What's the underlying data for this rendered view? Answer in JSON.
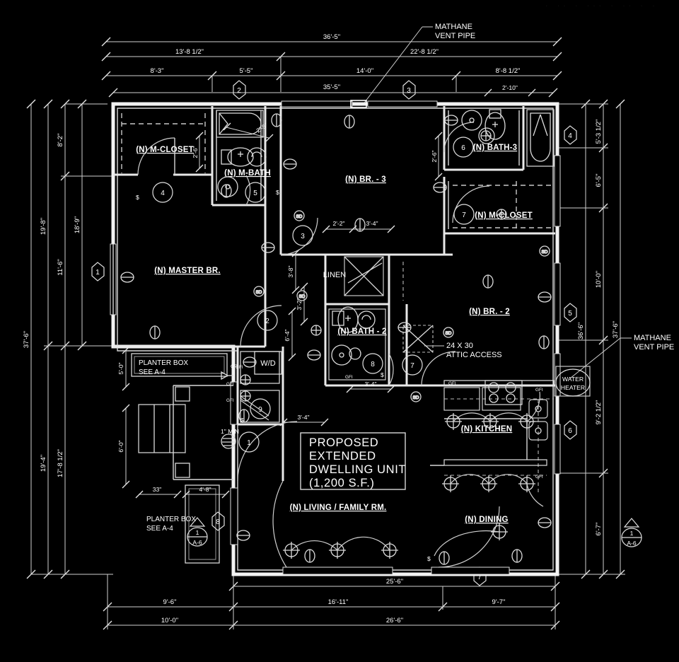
{
  "sheet": {
    "title_block": {
      "line1": "PROPOSED",
      "line2": "EXTENDED",
      "line3": "DWELLING UNIT",
      "line4": "(1,200 S.F.)"
    },
    "artifact_text": "· ·· · ··· · ·· · ·"
  },
  "rooms": [
    {
      "id": "master-br",
      "label": "(N) MASTER BR."
    },
    {
      "id": "m-closet-1",
      "label": "(N) M-CLOSET"
    },
    {
      "id": "m-bath",
      "label": "(N) M-BATH"
    },
    {
      "id": "br-3",
      "label": "(N) BR. - 3"
    },
    {
      "id": "bath-3",
      "label": "(N) BATH-3"
    },
    {
      "id": "m-closet-2",
      "label": "(N) M-CLOSET"
    },
    {
      "id": "br-2",
      "label": "(N) BR. - 2"
    },
    {
      "id": "bath-2",
      "label": "(N) BATH - 2"
    },
    {
      "id": "linen",
      "label": "LINEN"
    },
    {
      "id": "kitchen",
      "label": "(N) KITCHEN"
    },
    {
      "id": "dining",
      "label": "(N) DINING"
    },
    {
      "id": "living",
      "label": "(N) LIVING / FAMILY RM."
    }
  ],
  "notes": [
    {
      "id": "methane-top",
      "line1": "MATHANE",
      "line2": "VENT PIPE"
    },
    {
      "id": "methane-right",
      "line1": "MATHANE",
      "line2": "VENT PIPE"
    },
    {
      "id": "attic-access",
      "line1": "24 X 30",
      "line2": "ATTIC ACCESS"
    },
    {
      "id": "planter-upper",
      "line1": "PLANTER BOX",
      "line2": "SEE A-4"
    },
    {
      "id": "planter-lower",
      "line1": "PLANTER BOX",
      "line2": "SEE A-4"
    },
    {
      "id": "water-heater",
      "line1": "WATER",
      "line2": "HEATER"
    },
    {
      "id": "washer-dryer",
      "line1": "W/D",
      "line2": ""
    },
    {
      "id": "min-clearance",
      "line1": "1\" MIN",
      "line2": ""
    }
  ],
  "dimensions": {
    "top": [
      {
        "text": "36'-5\"",
        "row": 1
      },
      {
        "text": "13'-8 1/2\"",
        "row": 2
      },
      {
        "text": "22'-8 1/2\"",
        "row": 2
      },
      {
        "text": "8'-3\"",
        "row": 3
      },
      {
        "text": "5'-5\"",
        "row": 3
      },
      {
        "text": "14'-0\"",
        "row": 3
      },
      {
        "text": "8'-8 1/2\"",
        "row": 3
      },
      {
        "text": "35'-5\"",
        "row": 4
      },
      {
        "text": "2'-10\"",
        "row": 5
      }
    ],
    "left": [
      {
        "text": "37'-6\""
      },
      {
        "text": "19'-8\""
      },
      {
        "text": "19'-4\""
      },
      {
        "text": "8'-2\""
      },
      {
        "text": "11'-6\""
      },
      {
        "text": "17'-8 1/2\""
      },
      {
        "text": "18'-9\""
      },
      {
        "text": "5'-0\""
      },
      {
        "text": "6'-0\""
      }
    ],
    "right": [
      {
        "text": "5'-3 1/2\""
      },
      {
        "text": "6'-5\""
      },
      {
        "text": "10'-0\""
      },
      {
        "text": "9'-2 1/2\""
      },
      {
        "text": "6'-7\""
      },
      {
        "text": "36'-6\""
      },
      {
        "text": "37'-6\""
      }
    ],
    "bottom": [
      {
        "text": "25'-6\""
      },
      {
        "text": "9'-6\""
      },
      {
        "text": "16'-11\""
      },
      {
        "text": "9'-7\""
      },
      {
        "text": "10'-0\""
      },
      {
        "text": "26'-6\""
      }
    ],
    "interior": [
      {
        "id": "mbath-26",
        "text": "2'-6\""
      },
      {
        "id": "mcloset-26",
        "text": "2'-6\""
      },
      {
        "id": "bath3-26",
        "text": "2'-6\""
      },
      {
        "id": "linen-22",
        "text": "2'-2\""
      },
      {
        "id": "linen-34",
        "text": "3'-4\""
      },
      {
        "id": "hall-38",
        "text": "3'-8\""
      },
      {
        "id": "hall-32",
        "text": "3'-2\""
      },
      {
        "id": "hall-64",
        "text": "6'-4\""
      },
      {
        "id": "bath2-34",
        "text": "3'-4\""
      },
      {
        "id": "laundry-34",
        "text": "3'-4\""
      },
      {
        "id": "stair-33",
        "text": "33\""
      },
      {
        "id": "planter-48",
        "text": "4'-8\""
      }
    ]
  },
  "markers": {
    "hexagons": [
      {
        "id": "hex-1-left",
        "text": "1"
      },
      {
        "id": "hex-2-top",
        "text": "2"
      },
      {
        "id": "hex-3-top",
        "text": "3"
      },
      {
        "id": "hex-4-right",
        "text": "4"
      },
      {
        "id": "hex-5-right",
        "text": "5"
      },
      {
        "id": "hex-6-right",
        "text": "6"
      },
      {
        "id": "hex-7-bottom",
        "text": "7"
      },
      {
        "id": "hex-8-lower",
        "text": "8"
      }
    ],
    "doors": [
      {
        "id": "door-1",
        "text": "1"
      },
      {
        "id": "door-2",
        "text": "2"
      },
      {
        "id": "door-3",
        "text": "3"
      },
      {
        "id": "door-4",
        "text": "4"
      },
      {
        "id": "door-5",
        "text": "5"
      },
      {
        "id": "door-6",
        "text": "6"
      },
      {
        "id": "door-7",
        "text": "7"
      },
      {
        "id": "door-7b",
        "text": "7"
      },
      {
        "id": "door-8",
        "text": "8"
      },
      {
        "id": "door-9",
        "text": "9"
      }
    ],
    "detail_bubble": {
      "number": "1",
      "sheet": "A-6"
    },
    "detail_bubble_right": {
      "number": "1",
      "sheet": "A-6"
    },
    "outlets": [
      {
        "id": "gfi-1",
        "text": "GFI"
      },
      {
        "id": "gfi-2",
        "text": "GFI"
      },
      {
        "id": "gfi-3",
        "text": "GFI"
      },
      {
        "id": "gfi-4",
        "text": "GFI"
      },
      {
        "id": "gfi-5",
        "text": "GFI"
      },
      {
        "id": "gfi-6",
        "text": "GFI"
      },
      {
        "id": "gfi-7",
        "text": "GFI"
      },
      {
        "id": "gfi-8",
        "text": "GFI"
      }
    ],
    "switches": [
      {
        "id": "sw-1",
        "text": "$"
      },
      {
        "id": "sw-2",
        "text": "$"
      },
      {
        "id": "sw-3",
        "text": "$"
      },
      {
        "id": "sw-4",
        "text": "$"
      },
      {
        "id": "sw-5",
        "text": "$"
      }
    ],
    "smoke_detectors": [
      {
        "id": "sd-1",
        "text": "SD"
      },
      {
        "id": "sd-2",
        "text": "SD"
      },
      {
        "id": "sd-3",
        "text": "SD"
      },
      {
        "id": "sd-4",
        "text": "SD"
      },
      {
        "id": "sd-5",
        "text": "SD"
      },
      {
        "id": "sd-6",
        "text": "SD"
      }
    ]
  },
  "colors": {
    "background": "#000000",
    "line": "#ffffff",
    "dimension": "#cfcfcf",
    "fixture": "#dcdcdc"
  }
}
